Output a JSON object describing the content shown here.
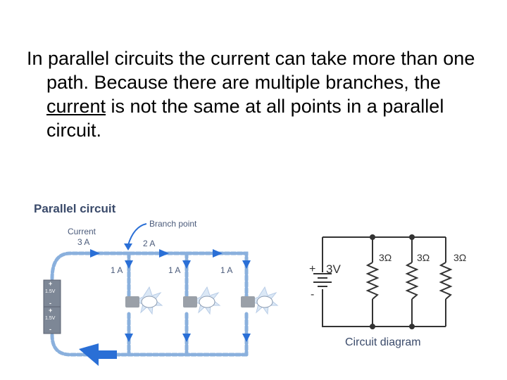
{
  "paragraph": {
    "part1": "In parallel circuits the current can take more than one path. Because there are multiple branches, the ",
    "underlined": "current",
    "part2": " is not the same at all points in a parallel circuit."
  },
  "pictorial": {
    "title": "Parallel circuit",
    "current_label": "Current",
    "current_value": "3 A",
    "branch_point_label": "Branch point",
    "after_branch_value": "2 A",
    "branch_currents": [
      "1 A",
      "1 A",
      "1 A"
    ],
    "battery_labels": [
      "1.5V",
      "1.5V"
    ],
    "plus_sign": "+",
    "minus_sign": "-",
    "colors": {
      "wire": "#8ab0dd",
      "arrow": "#2a6fd6",
      "title": "#3a4a6a",
      "label": "#4a5a7a"
    }
  },
  "schematic": {
    "source_plus": "+",
    "source_minus": "-",
    "voltage": "3V",
    "resistors": [
      "3Ω",
      "3Ω",
      "3Ω"
    ],
    "caption": "Circuit diagram",
    "colors": {
      "line": "#333333",
      "caption": "#3a4a6a"
    }
  }
}
